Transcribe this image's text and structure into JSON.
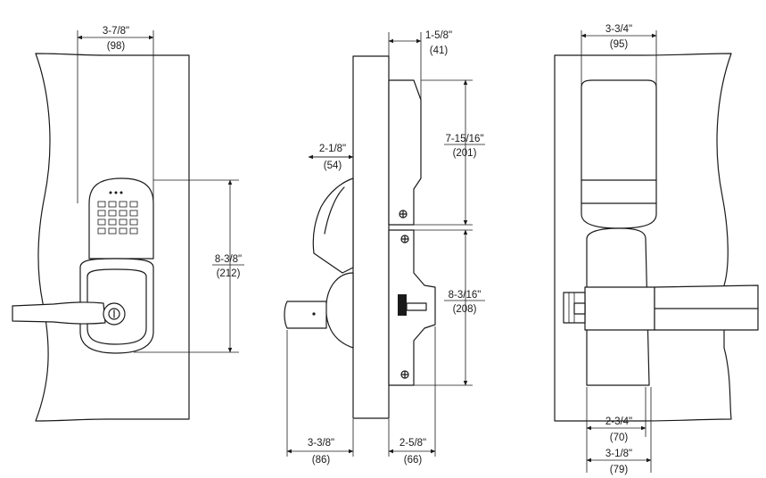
{
  "dimensions": {
    "front_width": {
      "imperial": "3-7/8\"",
      "metric": "(98)"
    },
    "front_height": {
      "imperial": "8-3/8\"",
      "metric": "(212)"
    },
    "side_lever_offset": {
      "imperial": "2-1/8\"",
      "metric": "(54)"
    },
    "side_backplate": {
      "imperial": "1-5/8\"",
      "metric": "(41)"
    },
    "side_upper_height": {
      "imperial": "7-15/16\"",
      "metric": "(201)"
    },
    "side_lower_height": {
      "imperial": "8-3/16\"",
      "metric": "(208)"
    },
    "side_lever_projection": {
      "imperial": "3-3/8\"",
      "metric": "(86)"
    },
    "side_inside_projection": {
      "imperial": "2-5/8\"",
      "metric": "(66)"
    },
    "rear_width": {
      "imperial": "3-3/4\"",
      "metric": "(95)"
    },
    "rear_lower_width": {
      "imperial": "2-3/4\"",
      "metric": "(70)"
    },
    "rear_overall_width": {
      "imperial": "3-1/8\"",
      "metric": "(79)"
    }
  }
}
